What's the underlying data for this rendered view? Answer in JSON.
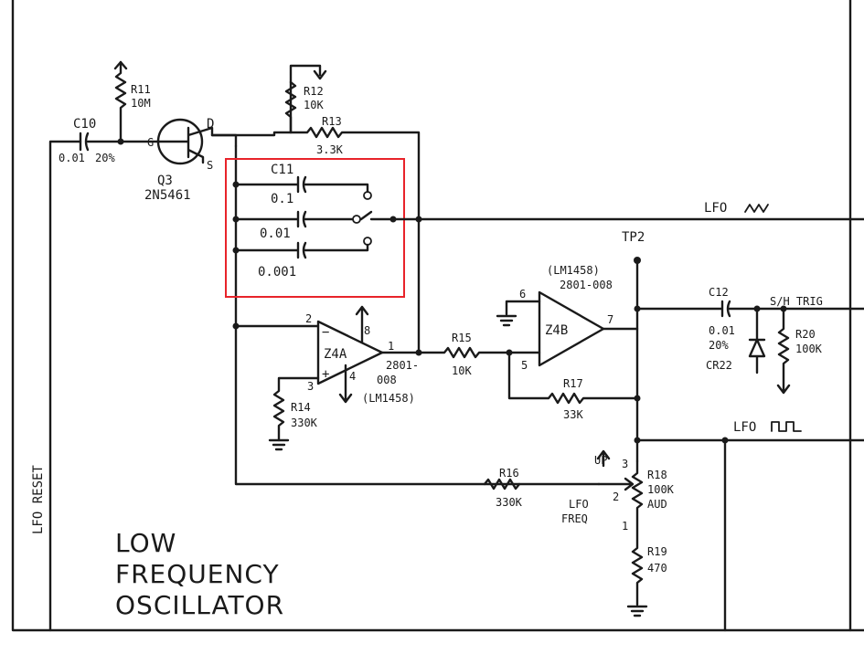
{
  "title": {
    "line1": "LOW",
    "line2": "FREQUENCY",
    "line3": "OSCILLATOR"
  },
  "side_label": "LFO RESET",
  "signals": {
    "lfo_tri": "LFO",
    "lfo_square": "LFO",
    "tp2": "TP2",
    "sh_trig": "S/H TRIG",
    "lfo_freq": "LFO",
    "freq": "FREQ",
    "up": "UP"
  },
  "components": {
    "r11": {
      "ref": "R11",
      "value": "10M"
    },
    "r12": {
      "ref": "R12",
      "value": "10K"
    },
    "r13": {
      "ref": "R13",
      "value": "3.3K"
    },
    "c10": {
      "ref": "C10",
      "value1": "0.01",
      "value2": "20%"
    },
    "q3": {
      "ref": "Q3",
      "part": "2N5461",
      "pin_g": "G",
      "pin_d": "D",
      "pin_s": "S"
    },
    "c11": {
      "ref": "C11",
      "v1": "0.1",
      "v2": "0.01",
      "v3": "0.001"
    },
    "u4a": {
      "ref": "Z4A",
      "part1": "2801-",
      "part2": "008",
      "part3": "(LM1458)",
      "pin2": "2",
      "pin3": "3",
      "pin1": "1",
      "pin8": "8",
      "pin4": "4",
      "minus": "−",
      "plus": "+"
    },
    "u4b": {
      "ref": "Z4B",
      "part1": "(LM1458)",
      "part2": "2801-008",
      "pin6": "6",
      "pin5": "5",
      "pin7": "7"
    },
    "r14": {
      "ref": "R14",
      "value": "330K"
    },
    "r15": {
      "ref": "R15",
      "value": "10K"
    },
    "r16": {
      "ref": "R16",
      "value": "330K"
    },
    "r17": {
      "ref": "R17",
      "value": "33K"
    },
    "r18": {
      "ref": "R18",
      "value1": "100K",
      "value2": "AUD",
      "pin3": "3",
      "pin2": "2",
      "pin1": "1"
    },
    "r19": {
      "ref": "R19",
      "value": "470"
    },
    "c12": {
      "ref": "C12",
      "value1": "0.01",
      "value2": "20%"
    },
    "r20": {
      "ref": "R20",
      "value": "100K"
    },
    "cr22": {
      "ref": "CR22"
    }
  },
  "highlight": {
    "color": "#e8232a"
  }
}
